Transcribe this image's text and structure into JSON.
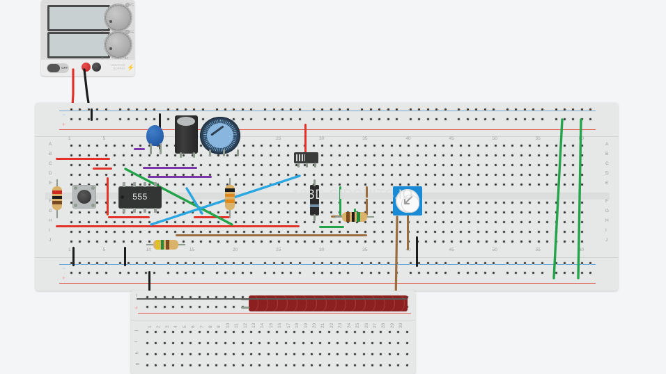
{
  "app": {
    "watermark": "123D CIRCUITS.IO"
  },
  "power_supply": {
    "name": "voltage-supply",
    "brand_line1": "VOLTAGE",
    "brand_line2": "SUPPLY",
    "bolt_icon": "⚡",
    "switch_label": "OFF",
    "display_top_value": "",
    "display_bottom_value": "",
    "knobs": [
      {
        "name": "voltage-knob",
        "min_label": "0",
        "max_label": "30V",
        "mode_label": "VC"
      },
      {
        "name": "current-knob",
        "min_label": "0",
        "max_label": "3A",
        "mode_label": "CC"
      }
    ],
    "terminals": [
      {
        "name": "positive-terminal",
        "color": "#c22020"
      },
      {
        "name": "negative-terminal",
        "color": "#2d2d2d"
      }
    ]
  },
  "breadboard_top": {
    "row_letters_left": [
      "A",
      "B",
      "C",
      "D",
      "E",
      "F",
      "G",
      "H",
      "I",
      "J"
    ],
    "row_letters_right": [
      "A",
      "B",
      "C",
      "D",
      "E",
      "F",
      "G",
      "H",
      "I",
      "J"
    ],
    "column_numbers_top": [
      "1",
      "5",
      "25",
      "30",
      "35",
      "40",
      "45",
      "50",
      "55",
      "60"
    ],
    "column_numbers_bottom": [
      "1",
      "5",
      "10",
      "15",
      "20",
      "25",
      "30",
      "35",
      "40",
      "45",
      "50",
      "55",
      "60"
    ],
    "rail_plus": "+",
    "rail_minus": "−"
  },
  "breadboard_bottom": {
    "row_letters": [
      "j",
      "i",
      "h",
      "g",
      "f"
    ],
    "column_numbers": [
      "1",
      "2",
      "3",
      "4",
      "5",
      "6",
      "7",
      "8",
      "9",
      "10",
      "11",
      "12",
      "13",
      "14",
      "15",
      "16",
      "17",
      "18",
      "19",
      "20",
      "21",
      "22",
      "23",
      "24",
      "25",
      "26",
      "27",
      "28",
      "29",
      "30"
    ],
    "rail_plus": "+",
    "rail_minus": "−",
    "rail_letter": "I"
  },
  "components": {
    "ic_label": "555",
    "ic_name": "555-timer-ic",
    "pushbutton_name": "tactile-pushbutton",
    "electrolytic_cap_name": "electrolytic-capacitor",
    "ceramic_cap_name": "ceramic-capacitor",
    "potentiometer_name": "rotary-potentiometer",
    "trimpot_name": "trimmer-potentiometer",
    "diode_name": "diode",
    "dipswitch_name": "dip-switch",
    "ledbar_name": "led-bar-graph",
    "resistor_name": "resistor"
  },
  "colors": {
    "wire_red": "#e3322a",
    "wire_black": "#1c1c1c",
    "wire_green": "#23a34a",
    "wire_blue": "#2aa6e0",
    "wire_purple": "#7b36a8",
    "wire_brown": "#9a6d3e",
    "rail_red": "#e2554d",
    "rail_blue": "#6fa8d6",
    "board": "#e6e7e7",
    "background": "#f4f5f6",
    "accent_blue": "#1b8ad4",
    "led_red": "#8c1f1f"
  }
}
